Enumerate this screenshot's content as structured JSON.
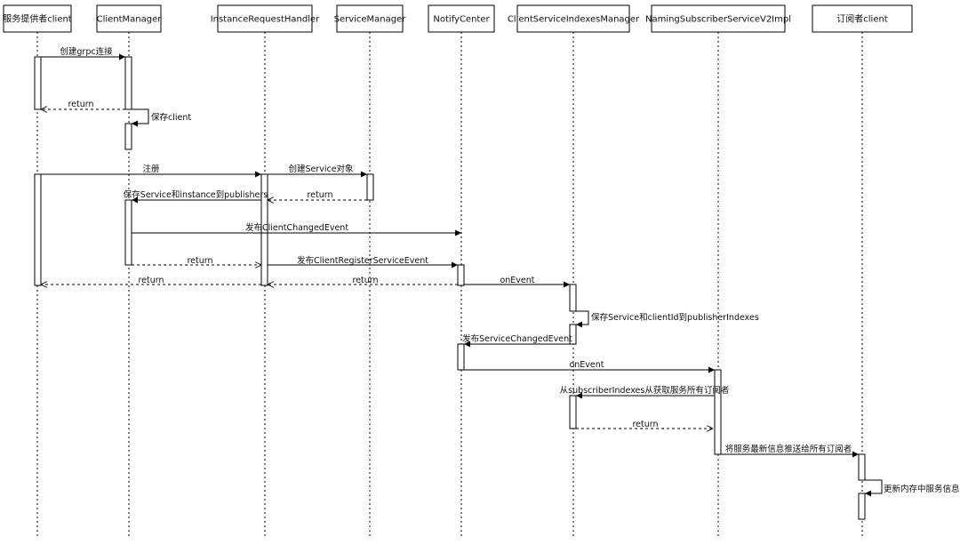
{
  "diagram": {
    "participants": [
      {
        "id": "provider",
        "label": "服务提供者client"
      },
      {
        "id": "clientManager",
        "label": "ClientManager"
      },
      {
        "id": "instanceHandler",
        "label": "InstanceRequestHandler"
      },
      {
        "id": "serviceManager",
        "label": "ServiceManager"
      },
      {
        "id": "notifyCenter",
        "label": "NotifyCenter"
      },
      {
        "id": "indexesManager",
        "label": "ClientServiceIndexesManager"
      },
      {
        "id": "subscriberService",
        "label": "NamingSubscriberServiceV2Impl"
      },
      {
        "id": "subscriber",
        "label": "订阅者client"
      }
    ],
    "messages": [
      {
        "id": "msg1",
        "label": "创建grpc连接"
      },
      {
        "id": "msg2",
        "label": "return"
      },
      {
        "id": "msg3",
        "label": "保存client"
      },
      {
        "id": "msg4",
        "label": "注册"
      },
      {
        "id": "msg5",
        "label": "创建Service对象"
      },
      {
        "id": "msg6",
        "label": "return"
      },
      {
        "id": "msg7",
        "label": "保存Service和instance到publishers"
      },
      {
        "id": "msg8",
        "label": "发布ClientChangedEvent"
      },
      {
        "id": "msg9",
        "label": "return"
      },
      {
        "id": "msg10",
        "label": "发布ClientRegisterServiceEvent"
      },
      {
        "id": "msg11",
        "label": "return"
      },
      {
        "id": "msg12",
        "label": "return"
      },
      {
        "id": "msg13",
        "label": "onEvent"
      },
      {
        "id": "msg14",
        "label": "保存Service和clientId到publisherIndexes"
      },
      {
        "id": "msg15",
        "label": "发布ServiceChangedEvent"
      },
      {
        "id": "msg16",
        "label": "onEvent"
      },
      {
        "id": "msg17",
        "label": "从subscriberIndexes从获取服务所有订阅者"
      },
      {
        "id": "msg18",
        "label": "return"
      },
      {
        "id": "msg19",
        "label": "将服务最新信息推送给所有订阅者"
      },
      {
        "id": "msg20",
        "label": "更新内存中服务信息"
      }
    ]
  }
}
